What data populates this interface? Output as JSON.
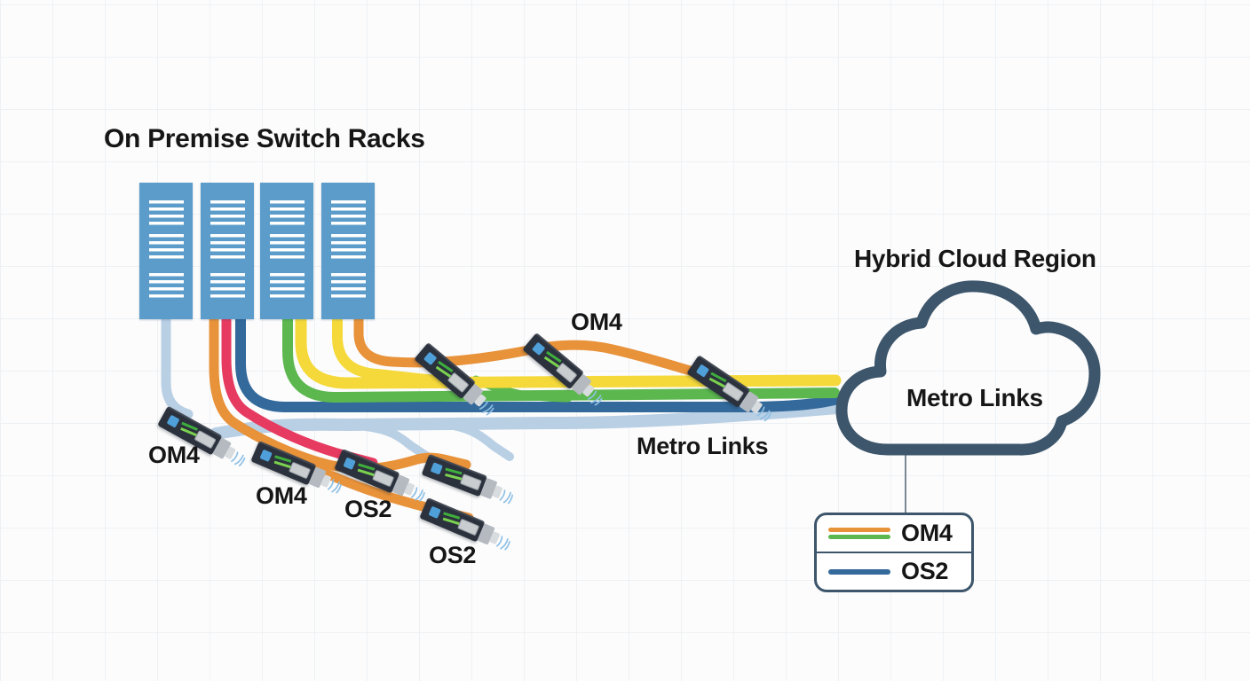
{
  "diagram": {
    "on_premise": {
      "title": "On Premise Switch Racks",
      "rack_count": 4
    },
    "cloud": {
      "title": "Hybrid Cloud Region",
      "label": "Metro Links"
    },
    "cable_labels": {
      "om4_a": "OM4",
      "om4_b": "OM4",
      "os2_c": "OS2",
      "os2_e": "OS2",
      "om4_mid": "OM4",
      "metro_links_mid": "Metro Links"
    },
    "legend": {
      "om4_label": "OM4",
      "os2_label": "OS2"
    },
    "colors": {
      "rack_blue": "#5b9cca",
      "om4_orange": "#e8923a",
      "om4_yellow": "#f5d93a",
      "om4_green": "#5cb84e",
      "os2_blue": "#33699b",
      "metro_light_blue": "#b9cfe4",
      "om4_red": "#e73a60",
      "cloud_outline": "#3d566b",
      "text": "#161616",
      "grid": "#eef1f3"
    }
  }
}
